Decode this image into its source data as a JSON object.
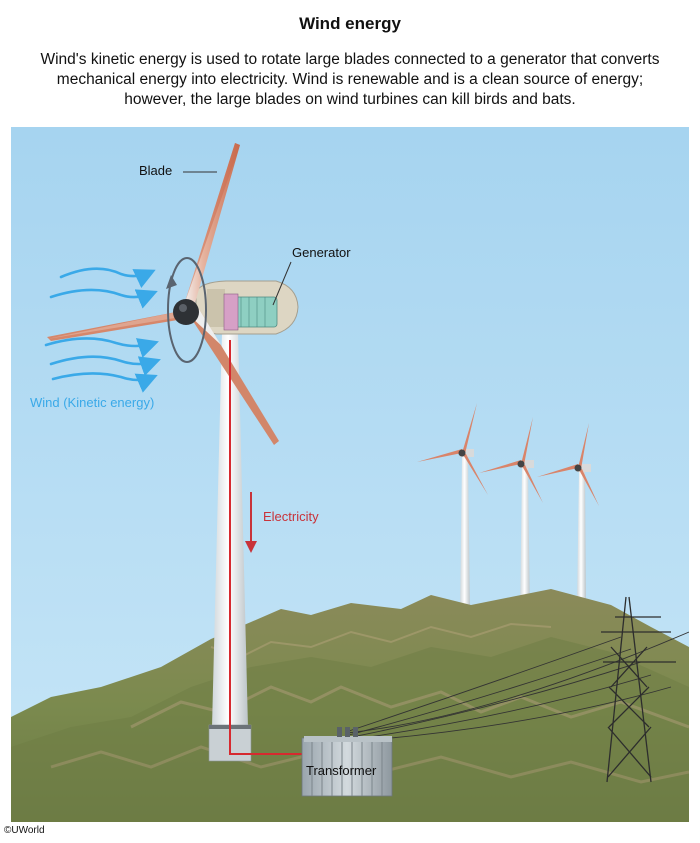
{
  "title": "Wind energy",
  "description": [
    "Wind's kinetic energy is used to rotate large blades connected to a generator that converts",
    "mechanical energy into electricity. Wind is renewable and is a clean source of energy;",
    "however, the large blades on wind turbines can kill birds and bats."
  ],
  "labels": {
    "blade": "Blade",
    "generator": "Generator",
    "wind": "Wind (Kinetic energy)",
    "electricity": "Electricity",
    "transformer": "Transformer"
  },
  "copyright": "©UWorld",
  "colors": {
    "sky": "#a9d6f0",
    "wind": "#3aa9e8",
    "electricity": "#c8333a",
    "hill": "#7f8a52",
    "blade": "#d9846a"
  }
}
